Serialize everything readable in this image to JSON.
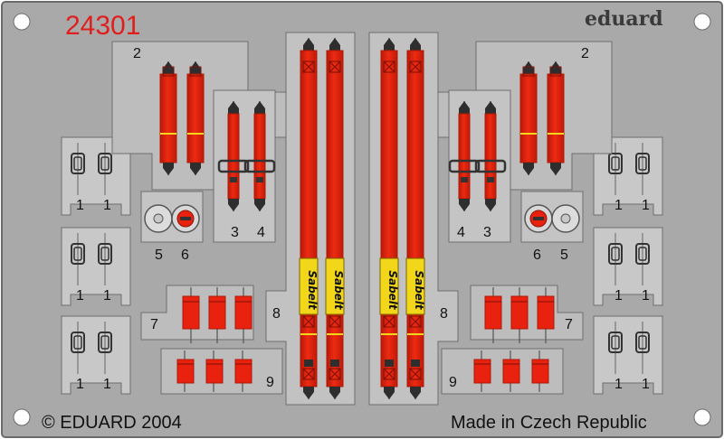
{
  "sheet": {
    "code": "24301",
    "brand": "eduard",
    "copyright": "© EDUARD 2004",
    "origin": "Made in Czech Republic",
    "belt_brand": "Sabelt"
  },
  "colors": {
    "fret": "#a9a9a9",
    "fret_edge": "#6e6e6e",
    "frame": "#cfcfcf",
    "belt": "#e8220f",
    "belt_dark": "#b01808",
    "label_bg": "#f2d61a",
    "code": "#e01e1e"
  },
  "part_numbers": {
    "n1": "1",
    "n2": "2",
    "n3": "3",
    "n4": "4",
    "n5": "5",
    "n6": "6",
    "n7": "7",
    "n8": "8",
    "n9": "9"
  }
}
